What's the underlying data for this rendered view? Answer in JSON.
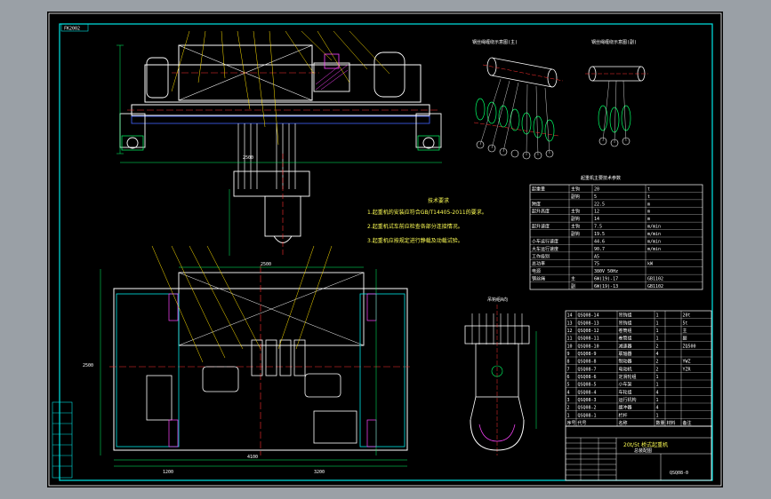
{
  "sheet": {
    "drawing_number": "QSQ08-0",
    "stamp_top_left": "FK2002",
    "title_block_name": "20t/5t 桥式起重机",
    "title_block_sub": "总装配图"
  },
  "notes": {
    "heading": "技术要求",
    "items": [
      "1.起重机的安装应符合GB/T14405-2011的要求。",
      "2.起重机试车前应检查各部分连接情况。",
      "3.起重机应按规定进行静载及动载试验。"
    ]
  },
  "detail_labels": {
    "rope_left": "钢丝绳缠绕示意图(主)",
    "rope_right": "钢丝绳缠绕示意图(副)",
    "hook_view": "吊钩组A向"
  },
  "tech_table": {
    "title": "起重机主要技术参数",
    "rows": [
      [
        "起重量",
        "主钩",
        "20",
        "t"
      ],
      [
        "",
        "副钩",
        "5",
        "t"
      ],
      [
        "跨度",
        "",
        "22.5",
        "m"
      ],
      [
        "起升高度",
        "主钩",
        "12",
        "m"
      ],
      [
        "",
        "副钩",
        "14",
        "m"
      ],
      [
        "起升速度",
        "主钩",
        "7.5",
        "m/min"
      ],
      [
        "",
        "副钩",
        "19.5",
        "m/min"
      ],
      [
        "小车运行速度",
        "",
        "44.6",
        "m/min"
      ],
      [
        "大车运行速度",
        "",
        "90.7",
        "m/min"
      ],
      [
        "工作级别",
        "",
        "A5",
        ""
      ],
      [
        "总功率",
        "",
        "75",
        "kW"
      ],
      [
        "电源",
        "",
        "380V 50Hz",
        ""
      ],
      [
        "钢丝绳",
        "主",
        "6W(19)-17",
        "GB1102"
      ],
      [
        "",
        "副",
        "6W(19)-13",
        "GB1102"
      ]
    ]
  },
  "parts_list": {
    "rows": [
      [
        "14",
        "QSQ08-14",
        "吊钩组",
        "1",
        "",
        "20t"
      ],
      [
        "13",
        "QSQ08-13",
        "吊钩组",
        "1",
        "",
        "5t"
      ],
      [
        "12",
        "QSQ08-12",
        "卷筒组",
        "1",
        "",
        "主"
      ],
      [
        "11",
        "QSQ08-11",
        "卷筒组",
        "1",
        "",
        "副"
      ],
      [
        "10",
        "QSQ08-10",
        "减速器",
        "2",
        "",
        "ZQ500"
      ],
      [
        "9",
        "QSQ08-9",
        "联轴器",
        "4",
        "",
        ""
      ],
      [
        "8",
        "QSQ08-8",
        "制动器",
        "2",
        "",
        "YWZ"
      ],
      [
        "7",
        "QSQ08-7",
        "电动机",
        "2",
        "",
        "YZR"
      ],
      [
        "6",
        "QSQ08-6",
        "定滑轮组",
        "1",
        "",
        ""
      ],
      [
        "5",
        "QSQ08-5",
        "小车架",
        "1",
        "",
        ""
      ],
      [
        "4",
        "QSQ08-4",
        "车轮组",
        "4",
        "",
        ""
      ],
      [
        "3",
        "QSQ08-3",
        "运行机构",
        "1",
        "",
        ""
      ],
      [
        "2",
        "QSQ08-2",
        "缓冲器",
        "4",
        "",
        ""
      ],
      [
        "1",
        "QSQ08-1",
        "栏杆",
        "1",
        "",
        ""
      ]
    ],
    "header": [
      "序号",
      "代号",
      "名称",
      "数量",
      "材料",
      "备注"
    ]
  },
  "dimensions": {
    "top_span": "2500",
    "plan_width": "4100",
    "plan_gauge": "2500",
    "left_height": "2500",
    "bottom_a": "1200",
    "bottom_b": "3200"
  },
  "colors": {
    "frame": "#00e5e5",
    "part": "#ffffff",
    "center": "#ff3030",
    "dim": "#00ff66",
    "leader": "#ffe000",
    "hatch": "#ff44ff",
    "blue": "#4466ff"
  }
}
